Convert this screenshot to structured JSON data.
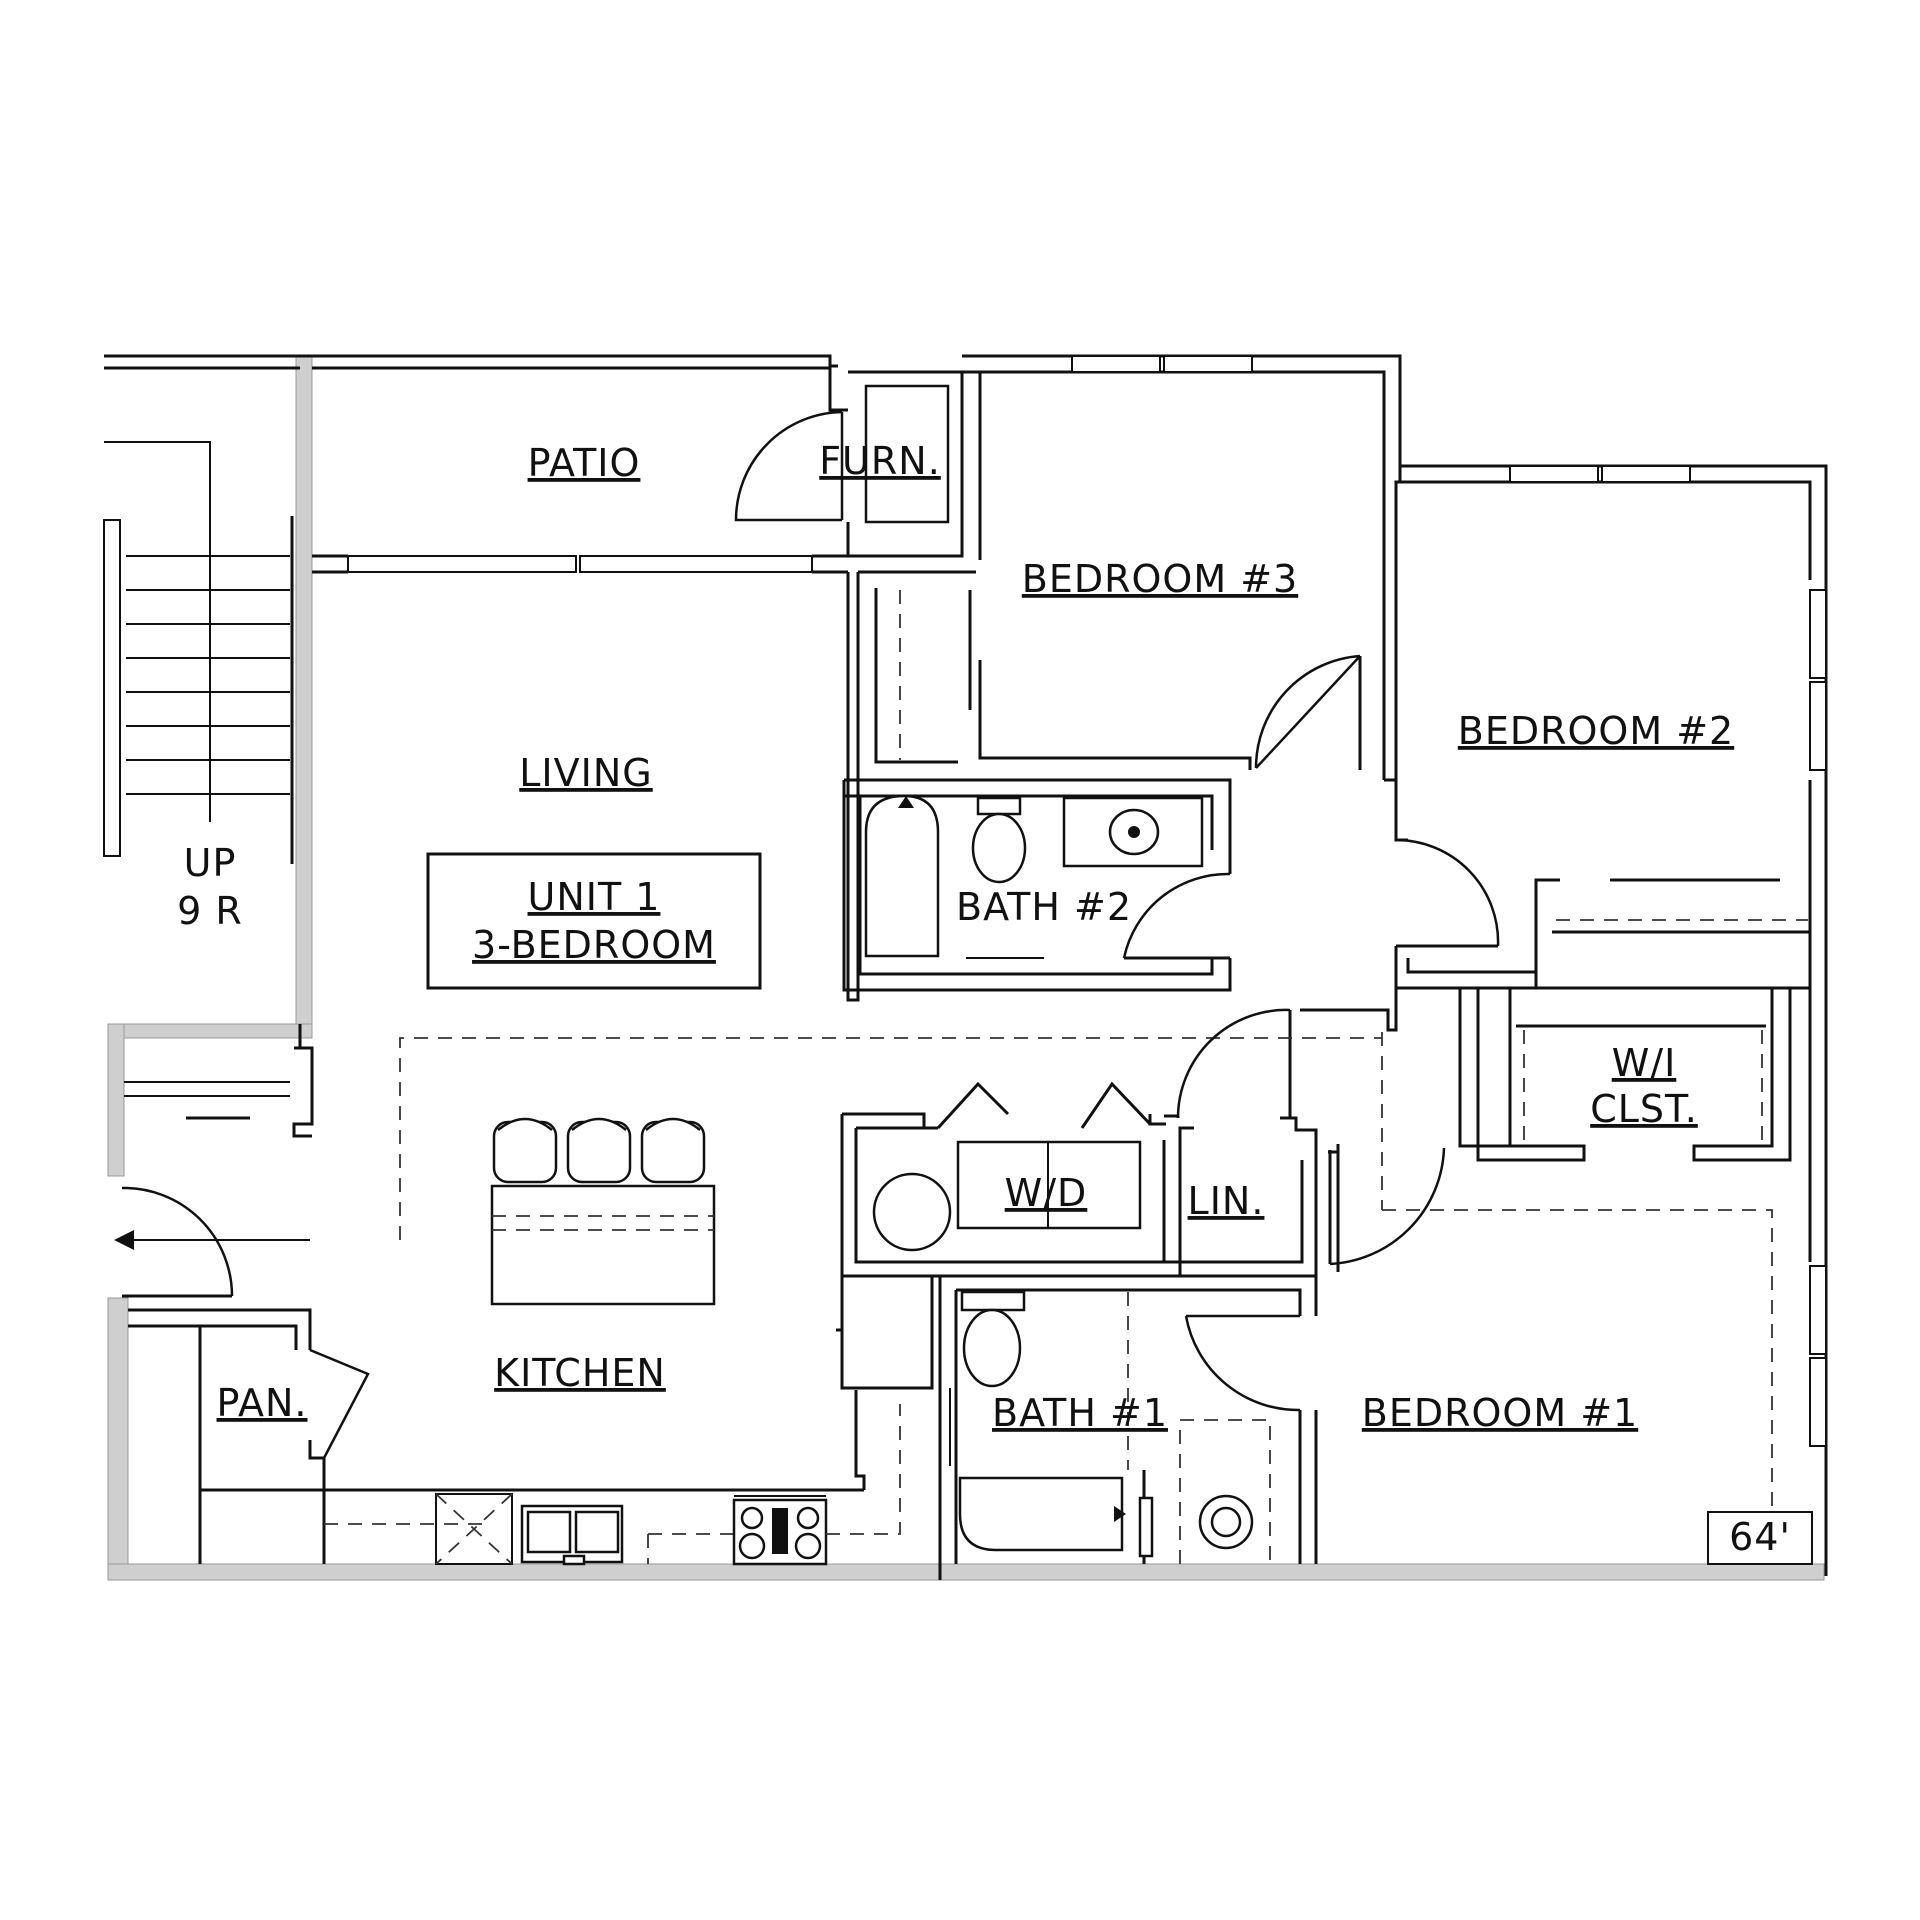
{
  "rooms": {
    "patio": "PATIO",
    "furn": "FURN.",
    "bedroom3": "BEDROOM #3",
    "bedroom2": "BEDROOM #2",
    "living": "LIVING",
    "bath2": "BATH #2",
    "wd": "W/D",
    "lin": "LIN.",
    "wi_closet_line1": "W/I",
    "wi_closet_line2": "CLST.",
    "kitchen": "KITCHEN",
    "pan": "PAN.",
    "bath1": "BATH #1",
    "bedroom1": "BEDROOM #1"
  },
  "unit_box": {
    "line1": "UNIT 1",
    "line2": "3-BEDROOM"
  },
  "stairs": {
    "line1": "UP",
    "line2": "9 R"
  },
  "dimension": "64'"
}
